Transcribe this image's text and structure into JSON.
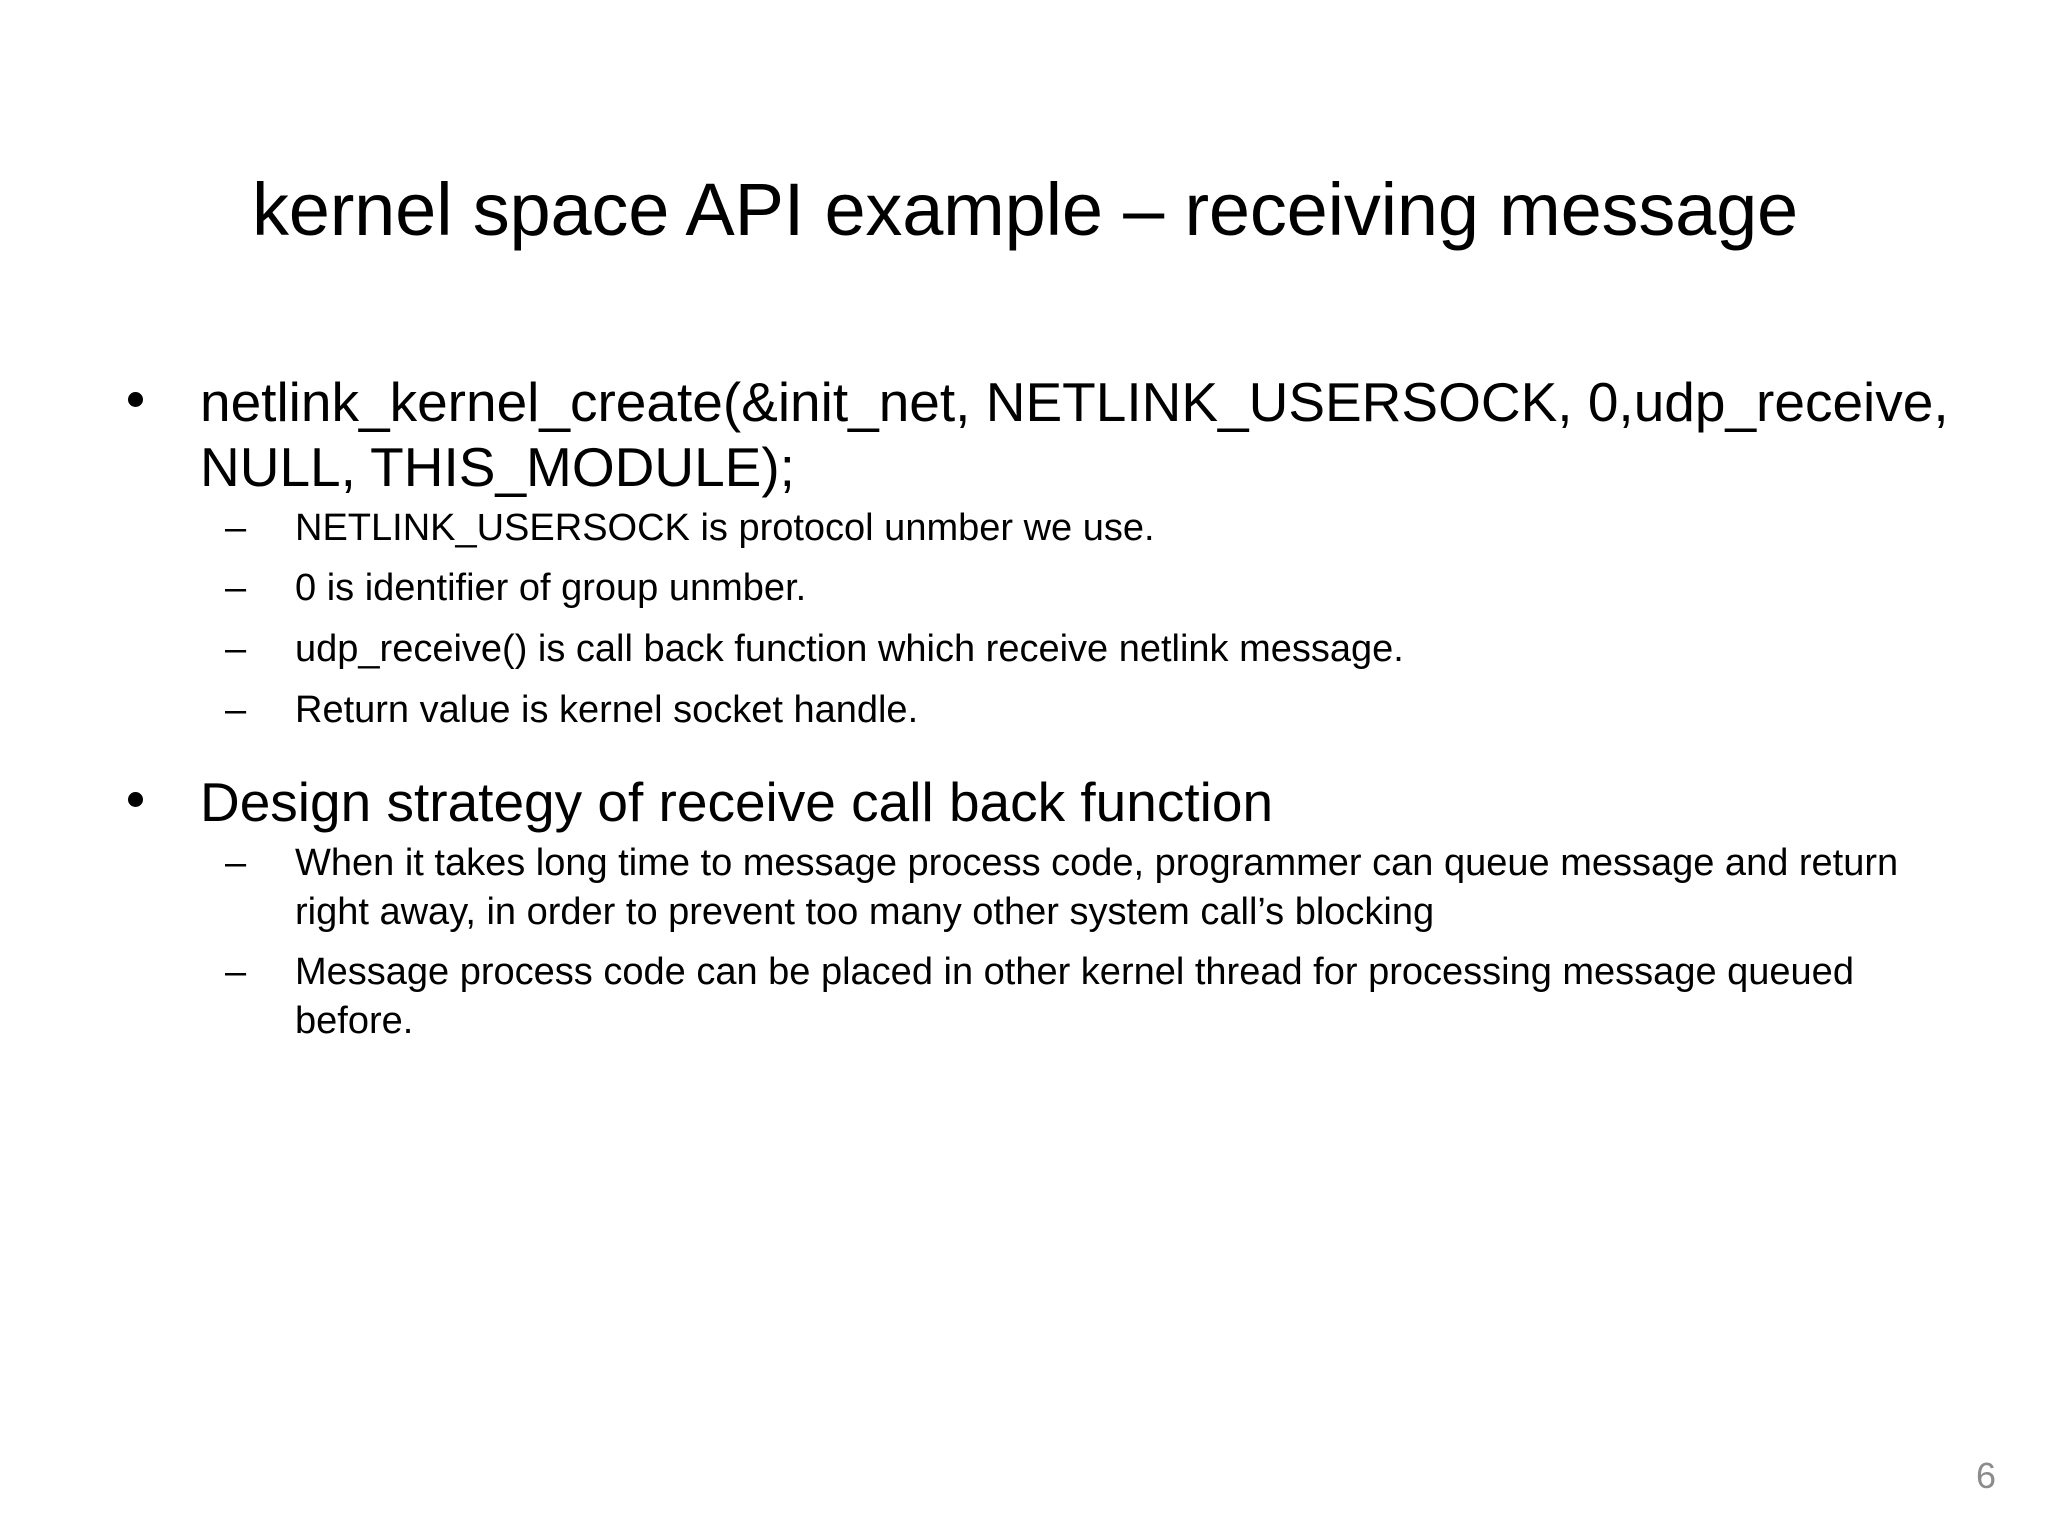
{
  "slide": {
    "title": "kernel space API example – receiving message",
    "page_number": "6",
    "background_color": "#ffffff",
    "text_color": "#000000",
    "page_number_color": "#8c8c8c",
    "bullet_marker": "•",
    "subbullet_marker": "–"
  },
  "content": {
    "groups": [
      {
        "main": "netlink_kernel_create(&init_net, NETLINK_USERSOCK, 0,udp_receive, NULL, THIS_MODULE);",
        "sub": [
          "NETLINK_USERSOCK is protocol unmber we use.",
          "0 is identifier of group unmber.",
          "udp_receive() is call back function which receive netlink message.",
          "Return value is kernel socket handle."
        ]
      },
      {
        "main": "Design strategy of receive call back function",
        "sub": [
          "When it takes long time to message process code, programmer can queue message and return right away, in order to prevent too many other system call’s blocking",
          "Message process code can be placed in other kernel thread for processing message queued before."
        ]
      }
    ]
  }
}
